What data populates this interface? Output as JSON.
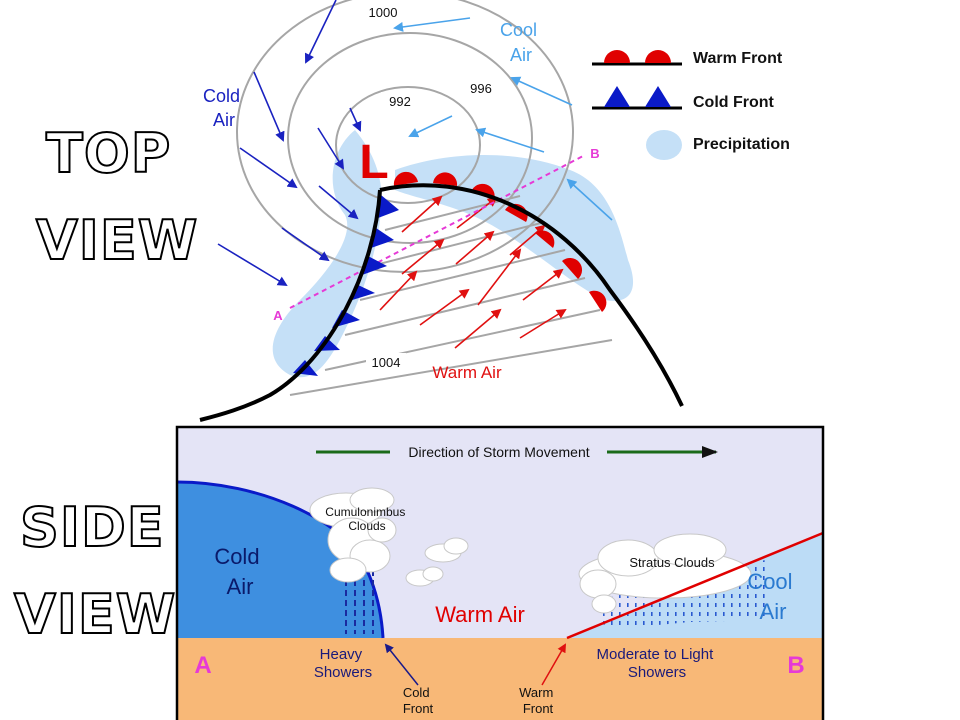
{
  "view_labels": {
    "top": [
      "TOP",
      "VIEW"
    ],
    "side": [
      "SIDE",
      "VIEW"
    ]
  },
  "top_view": {
    "low_symbol": "L",
    "isobars": [
      "1000",
      "996",
      "992",
      "1004"
    ],
    "cold_air": [
      "Cold",
      "Air"
    ],
    "cool_air": [
      "Cool",
      "Air"
    ],
    "warm_air": "Warm Air",
    "point_a": "A",
    "point_b": "B"
  },
  "legend": {
    "warm_front": "Warm Front",
    "cold_front": "Cold Front",
    "precipitation": "Precipitation"
  },
  "side_view": {
    "direction": "Direction of Storm Movement",
    "cumulonimbus": [
      "Cumulonimbus",
      "Clouds"
    ],
    "stratus": "Stratus Clouds",
    "cold_air": [
      "Cold",
      "Air"
    ],
    "cool_air": [
      "Cool",
      "Air"
    ],
    "warm_air": "Warm Air",
    "heavy_showers": [
      "Heavy",
      "Showers"
    ],
    "light_showers": [
      "Moderate to Light",
      "Showers"
    ],
    "cold_front": [
      "Cold",
      "Front"
    ],
    "warm_front": [
      "Warm",
      "Front"
    ],
    "point_a": "A",
    "point_b": "B"
  },
  "colors": {
    "warm_front": "#e00000",
    "cold_front": "#0a1ac8",
    "precipitation": "#c5e0f7",
    "cold_air_mass": "#3e8fe0",
    "cool_air_mass": "#bcdcf6",
    "ground": "#f8b877",
    "sky": "#e4e4f6",
    "point_label": "#e63ad6",
    "cold_arrow": "#1a22c0",
    "cool_arrow": "#4aa3ea",
    "warm_arrow": "#e01010",
    "storm_arrow": "#1a6a1a"
  }
}
